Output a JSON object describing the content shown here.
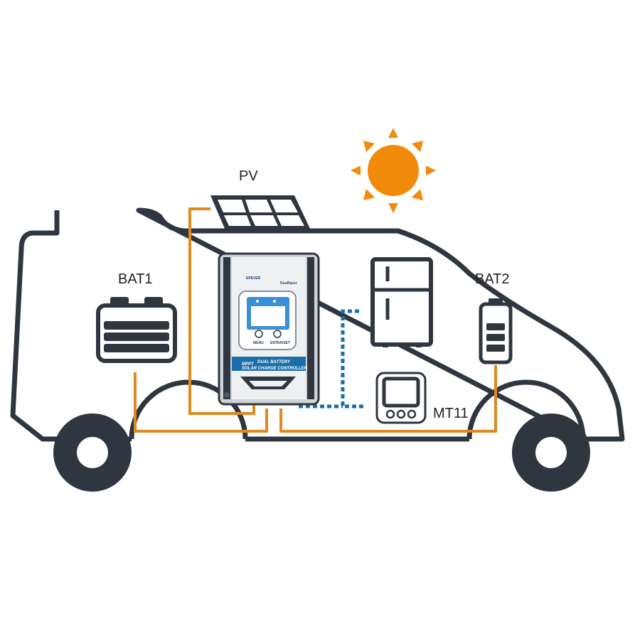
{
  "labels": {
    "pv": "PV",
    "bat1": "BAT1",
    "bat2": "BAT2",
    "mt11": "MT11"
  },
  "controller": {
    "brand": "EPEVER",
    "model": "DuoRacer",
    "band_title": "MPPT",
    "band_line1": "DUAL BATTERY",
    "band_line2": "SOLAR CHARGE CONTROLLER",
    "btn_left": "MENU",
    "btn_right": "ENTER/SET"
  },
  "colors": {
    "outline": "#2f3640",
    "wire": "#e08a1e",
    "comm": "#1b6fa8",
    "sun": "#f28a0a",
    "screen": "#3a8fd8"
  },
  "icons": [
    "sun-icon",
    "solar-panel-icon",
    "battery-icon",
    "fridge-icon",
    "remote-meter-icon",
    "charge-controller-icon"
  ]
}
